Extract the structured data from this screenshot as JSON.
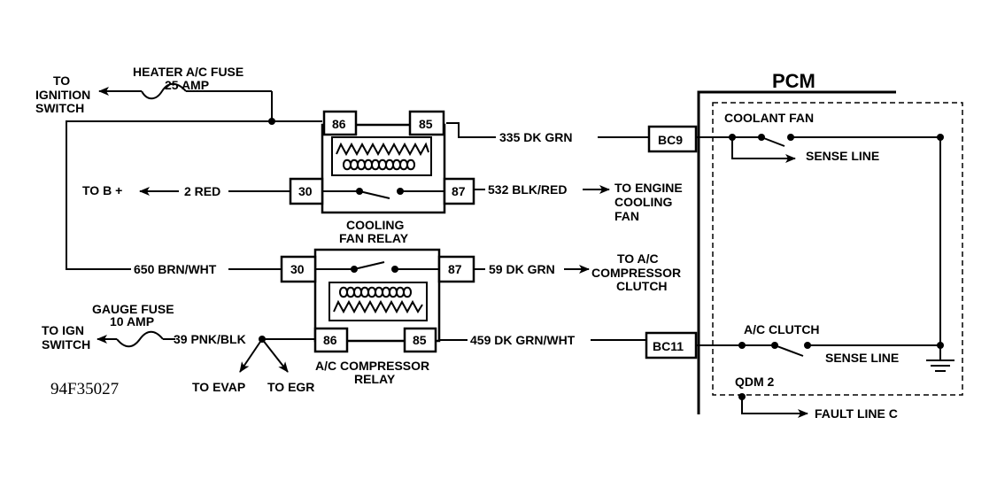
{
  "pcm": {
    "title": "PCM",
    "coolant_fan": "COOLANT FAN",
    "sense_line_1": "SENSE LINE",
    "ac_clutch": "A/C CLUTCH",
    "sense_line_2": "SENSE LINE",
    "qdm": "QDM 2",
    "fault_line": "FAULT LINE C",
    "pin_bc9": "BC9",
    "pin_bc11": "BC11"
  },
  "fuses": {
    "heater_ac_1": "HEATER A/C FUSE",
    "heater_ac_2": "25 AMP",
    "gauge_1": "GAUGE FUSE",
    "gauge_2": "10 AMP"
  },
  "left_labels": {
    "to_ignition_1": "TO",
    "to_ignition_2": "IGNITION",
    "to_ignition_3": "SWITCH",
    "to_b_plus": "TO B +",
    "to_ign_1": "TO IGN",
    "to_ign_2": "SWITCH",
    "to_evap": "TO EVAP",
    "to_egr": "TO EGR"
  },
  "wires": {
    "w335": "335 DK GRN",
    "w2": "2 RED",
    "w532": "532 BLK/RED",
    "w650": "650 BRN/WHT",
    "w59": "59 DK GRN",
    "w39": "39 PNK/BLK",
    "w459": "459 DK GRN/WHT"
  },
  "destinations": {
    "engine_fan_1": "TO ENGINE",
    "engine_fan_2": "COOLING",
    "engine_fan_3": "FAN",
    "ac_comp_1": "TO A/C",
    "ac_comp_2": "COMPRESSOR",
    "ac_comp_3": "CLUTCH"
  },
  "relays": {
    "cooling_1": "COOLING",
    "cooling_2": "FAN RELAY",
    "ac_1": "A/C COMPRESSOR",
    "ac_2": "RELAY",
    "pin86": "86",
    "pin85": "85",
    "pin30": "30",
    "pin87": "87"
  },
  "figure_id": "94F35027"
}
